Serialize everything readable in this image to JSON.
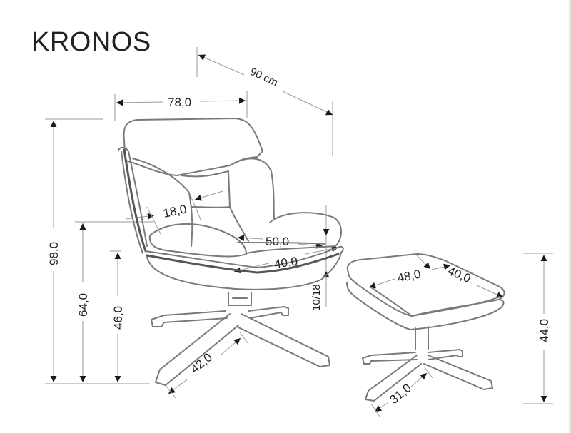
{
  "title": "KRONOS",
  "dimensions": {
    "depth_diag": "90 cm",
    "width_top": "78,0",
    "height_total": "98,0",
    "armrest_height": "64,0",
    "seat_height": "46,0",
    "back_cushion_thickness": "18,0",
    "seat_depth": "50,0",
    "seat_width": "40,0",
    "seat_cushion_thickness": "10/18",
    "base_leg_chair": "42,0",
    "ottoman_length": "48,0",
    "ottoman_width": "40,0",
    "ottoman_height": "44,0",
    "base_leg_ottoman": "31,0"
  },
  "colors": {
    "line": "#7a7a7a",
    "dim_line": "#9a9a9a",
    "text": "#222222",
    "arrow": "#1a1a1a"
  }
}
